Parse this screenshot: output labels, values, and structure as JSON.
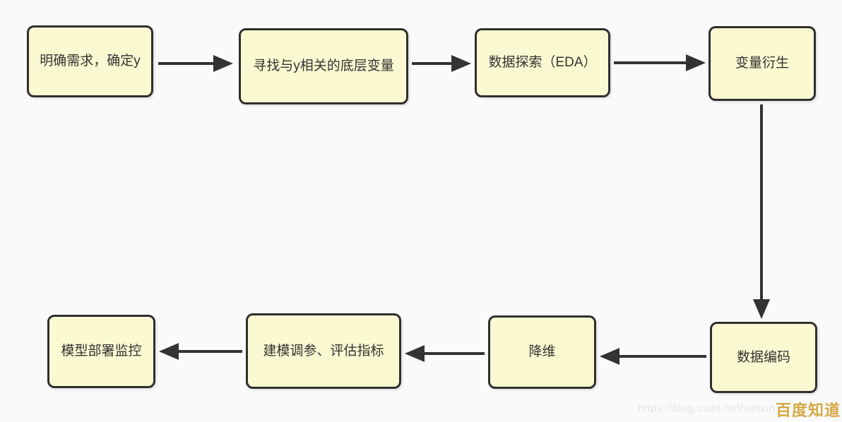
{
  "diagram": {
    "type": "flowchart",
    "nodes": [
      {
        "id": "define-y",
        "label": "明确需求，确定y"
      },
      {
        "id": "find-base-variables",
        "label": "寻找与y相关的底层变量"
      },
      {
        "id": "eda",
        "label": "数据探索（EDA）"
      },
      {
        "id": "variable-derivation",
        "label": "变量衍生"
      },
      {
        "id": "data-encoding",
        "label": "数据编码"
      },
      {
        "id": "dimension-reduction",
        "label": "降维"
      },
      {
        "id": "modeling-evaluation",
        "label": "建模调参、评估指标"
      },
      {
        "id": "deployment-monitoring",
        "label": "模型部署监控"
      }
    ],
    "edges": [
      {
        "from": "define-y",
        "to": "find-base-variables",
        "direction": "right"
      },
      {
        "from": "find-base-variables",
        "to": "eda",
        "direction": "right"
      },
      {
        "from": "eda",
        "to": "variable-derivation",
        "direction": "right"
      },
      {
        "from": "variable-derivation",
        "to": "data-encoding",
        "direction": "down"
      },
      {
        "from": "data-encoding",
        "to": "dimension-reduction",
        "direction": "left"
      },
      {
        "from": "dimension-reduction",
        "to": "modeling-evaluation",
        "direction": "left"
      },
      {
        "from": "modeling-evaluation",
        "to": "deployment-monitoring",
        "direction": "left"
      }
    ],
    "colors": {
      "node_fill": "#faf9d1",
      "node_border": "#2f2f2f",
      "arrow": "#333333",
      "background": "#fafafa",
      "text": "#333333",
      "watermark_url": "#e5e5e5",
      "watermark_brand": "#d5a843"
    }
  },
  "watermark": {
    "url_text": "https://blog.csdn.net/weixin_",
    "brand_text": "百度知道"
  }
}
